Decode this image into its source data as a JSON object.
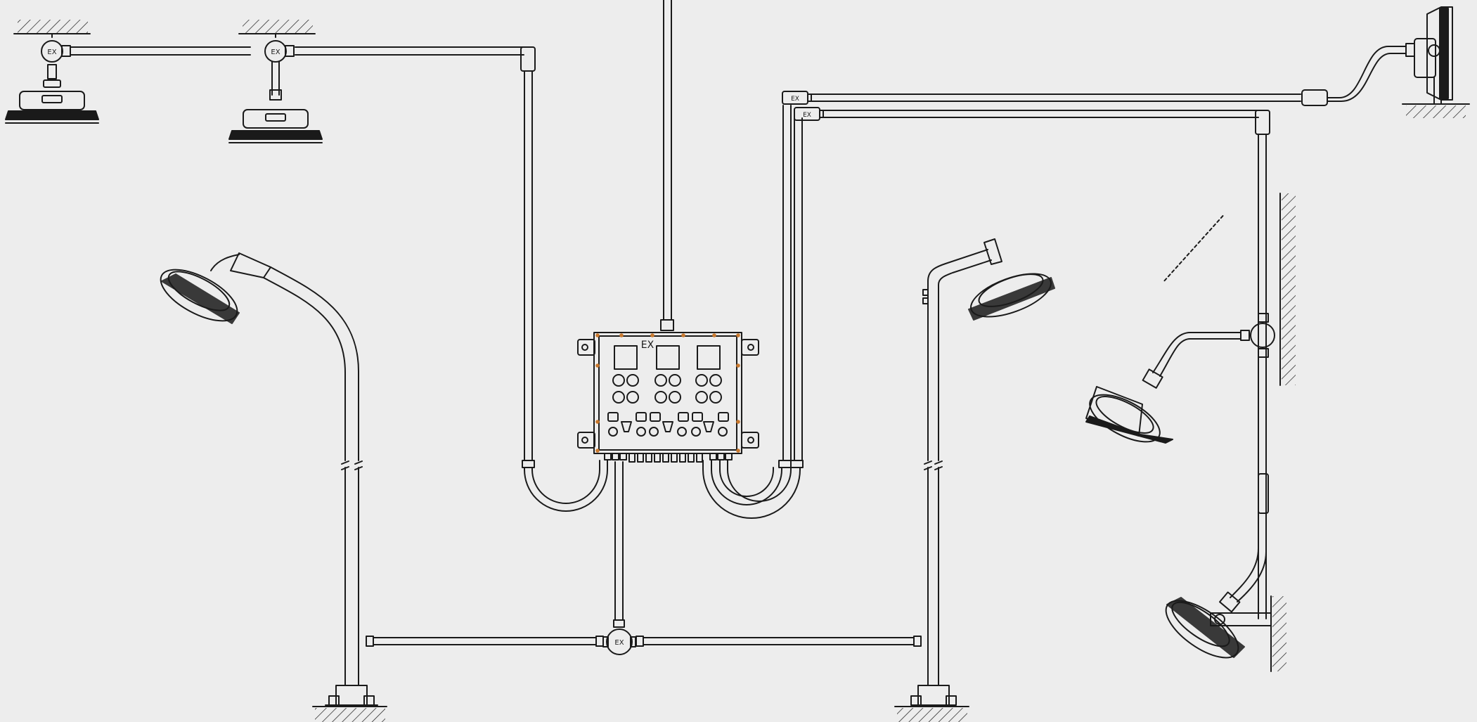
{
  "panel": {
    "title": "EX"
  },
  "junction_boxes": {
    "ceiling_left": "EX",
    "ceiling_mid": "EX",
    "floor_center": "EX"
  },
  "pull_boxes": {
    "upper": "EX",
    "lower": "EX"
  },
  "colors": {
    "background": "#ededed",
    "line": "#1a1a1a",
    "panel_bolt": "#c9782d"
  }
}
